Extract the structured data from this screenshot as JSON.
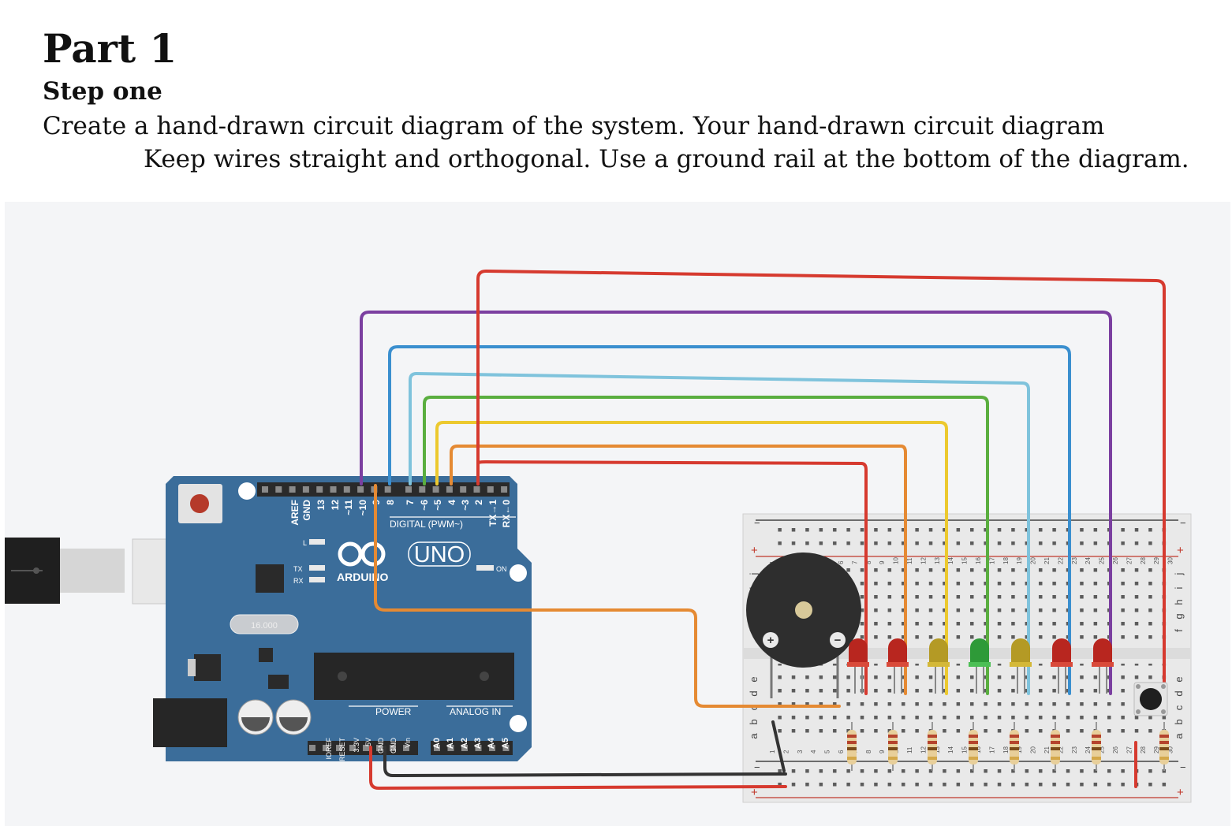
{
  "heading": "Part 1",
  "subheading": "Step one",
  "instructions": [
    "Create a hand-drawn circuit diagram of the system. Your hand-drawn circuit diagram",
    "Keep wires straight and orthogonal. Use a ground rail at the bottom of the diagram."
  ],
  "arduino": {
    "brand": "ARDUINO",
    "model": "UNO",
    "digital_header_label": "DIGITAL (PWM~)",
    "digital_pins": [
      "AREF",
      "GND",
      "13",
      "12",
      "~11",
      "~10",
      "~9",
      "8",
      "7",
      "~6",
      "~5",
      "4",
      "~3",
      "2",
      "TX→1",
      "RX←0"
    ],
    "power_header_label": "POWER",
    "power_pins": [
      "IOREF",
      "RESET",
      "3.3V",
      "5V",
      "GND",
      "GND",
      "Vin"
    ],
    "analog_header_label": "ANALOG IN",
    "analog_pins": [
      "A0",
      "A1",
      "A2",
      "A3",
      "A4",
      "A5"
    ],
    "led_labels": [
      "L",
      "TX",
      "RX",
      "ON"
    ],
    "crystal_text": "16.000"
  },
  "breadboard": {
    "row_letters_top": [
      "j",
      "i",
      "h",
      "g",
      "f"
    ],
    "row_letters_bottom": [
      "e",
      "d",
      "c",
      "b",
      "a"
    ],
    "rail_minus": "−",
    "rail_plus": "+",
    "column_numbers": [
      "1",
      "2",
      "3",
      "4",
      "5",
      "6",
      "7",
      "8",
      "9",
      "10",
      "11",
      "12",
      "13",
      "14",
      "15",
      "16",
      "17",
      "18",
      "19",
      "20",
      "21",
      "22",
      "23",
      "24",
      "25",
      "26",
      "27",
      "28",
      "29",
      "30"
    ]
  },
  "buzzer": {
    "plus": "+",
    "minus": "−"
  },
  "components": {
    "leds": [
      {
        "color": "#b8261f",
        "glow": "#d94a3a"
      },
      {
        "color": "#b8261f",
        "glow": "#d94a3a"
      },
      {
        "color": "#b49a25",
        "glow": "#d4b838"
      },
      {
        "color": "#2e9a38",
        "glow": "#4cbf55"
      },
      {
        "color": "#b49a25",
        "glow": "#d4b838"
      },
      {
        "color": "#b8261f",
        "glow": "#d94a3a"
      },
      {
        "color": "#b8261f",
        "glow": "#d94a3a"
      }
    ],
    "resistor_count": 8,
    "pushbutton": true
  },
  "colors": {
    "arduino_board": "#3b6d9a",
    "wire_red": "#d63a2f",
    "wire_purple": "#7b3fa0",
    "wire_blue": "#3a8fcf",
    "wire_lightblue": "#7fc3dc",
    "wire_green": "#5aae3f",
    "wire_yellow": "#ecc92f",
    "wire_orange": "#e58a33",
    "wire_black": "#333333",
    "breadboard": "#e9e9e9"
  }
}
